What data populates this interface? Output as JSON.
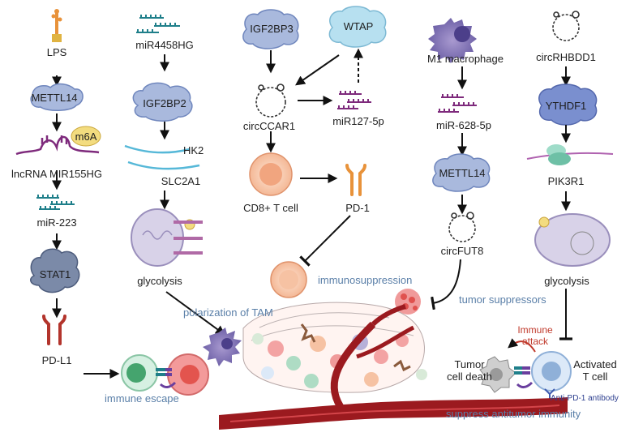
{
  "nodes": {
    "lps": "LPS",
    "mettl14_left": "METTL14",
    "m6a": "m6A",
    "lncrna": "lncRNA MIR155HG",
    "mir223": "miR-223",
    "stat1": "STAT1",
    "pdl1": "PD-L1",
    "mir4458hg": "miR4458HG",
    "igf2bp2": "IGF2BP2",
    "hk2": "HK2",
    "slc2a1": "SLC2A1",
    "glycolysis_left": "glycolysis",
    "igf2bp3": "IGF2BP3",
    "wtap": "WTAP",
    "circccar1": "circCCAR1",
    "mir127": "miR127-5p",
    "cd8": "CD8+ T cell",
    "pd1": "PD-1",
    "m1": "M1 macrophage",
    "mir628": "miR-628-5p",
    "mettl14_right": "METTL14",
    "circfut8": "circFUT8",
    "circrhbdd1": "circRHBDD1",
    "ythdf1": "YTHDF1",
    "pik3r1": "PIK3R1",
    "glycolysis_right": "glycolysis",
    "tumor_death": [
      "Tumor",
      "cell death"
    ],
    "activated_t": [
      "Activated",
      "T cell"
    ],
    "immune_attack": [
      "Immune",
      "attack"
    ],
    "anti_pd1": "Anti-PD-1 antibody"
  },
  "outcomes": {
    "immune_escape": "immune escape",
    "polarization": "polarization of TAM",
    "immunosuppression": "immunosuppression",
    "tumor_suppressors": "tumor suppressors",
    "suppress_immunity": "suppress antitumor immunity"
  },
  "colors": {
    "protein_fill": "#a9b9dd",
    "protein_stroke": "#6f86bd",
    "m6a_fill": "#f3dc7f",
    "rna_purple": "#7e2a7c",
    "mir_teal": "#1f7f8a",
    "outcome_blue": "#5a7fa8",
    "vessel_red": "#9b1a1f",
    "arrow": "#111111"
  }
}
